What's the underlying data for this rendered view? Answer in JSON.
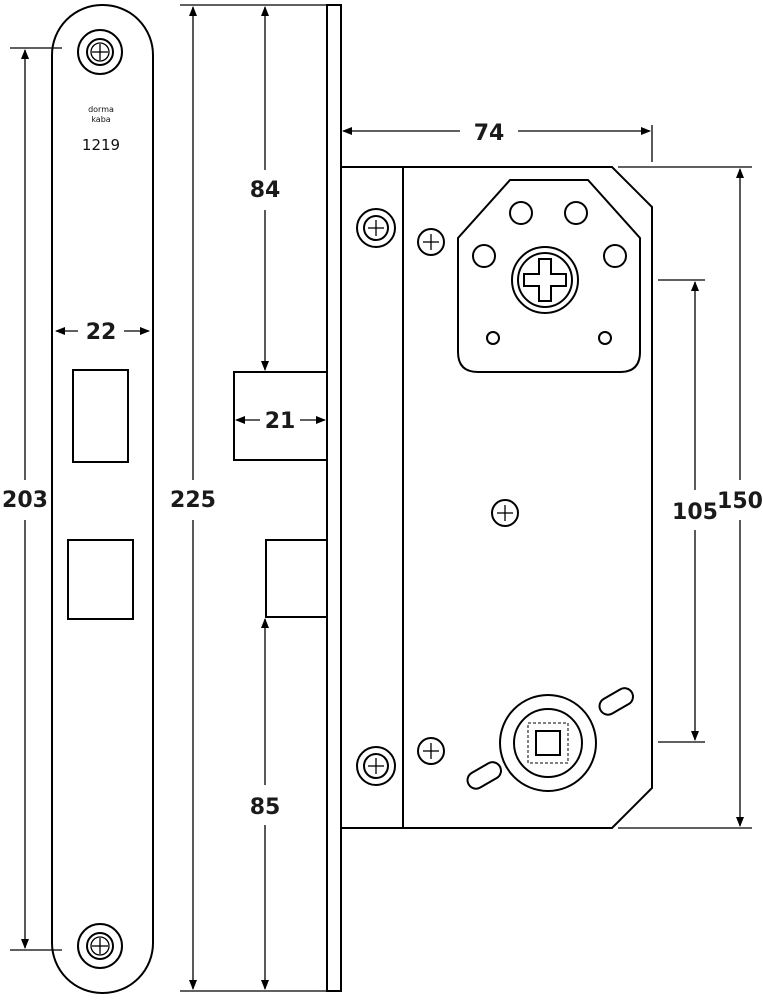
{
  "brand": {
    "line1": "dorma",
    "line2": "kaba",
    "model": "1219"
  },
  "dimensions": {
    "faceplate_height": "203",
    "faceplate_width": "22",
    "total_height": "225",
    "upper_to_latch": "84",
    "latch_depth": "21",
    "lower_to_bolt": "85",
    "backset": "74",
    "centre_distance": "105",
    "case_height": "150"
  }
}
